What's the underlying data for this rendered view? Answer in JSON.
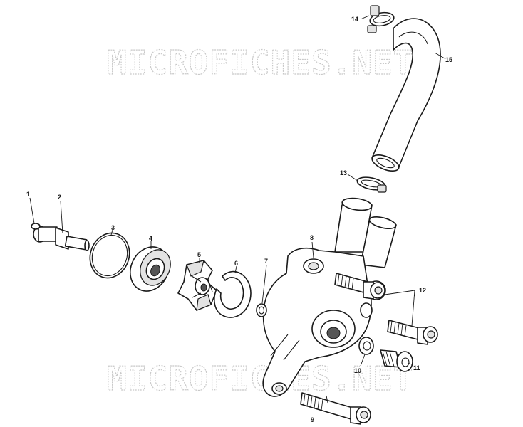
{
  "watermark": {
    "top": "MICROFICHES.NET",
    "bottom": "MICROFICHES.NET"
  },
  "callouts": {
    "c1": "1",
    "c2": "2",
    "c3": "3",
    "c4": "4",
    "c5": "5",
    "c6": "6",
    "c7": "7",
    "c8": "8",
    "c9": "9",
    "c10": "10",
    "c11": "11",
    "c12": "12",
    "c13": "13",
    "c14": "14",
    "c15": "15"
  }
}
